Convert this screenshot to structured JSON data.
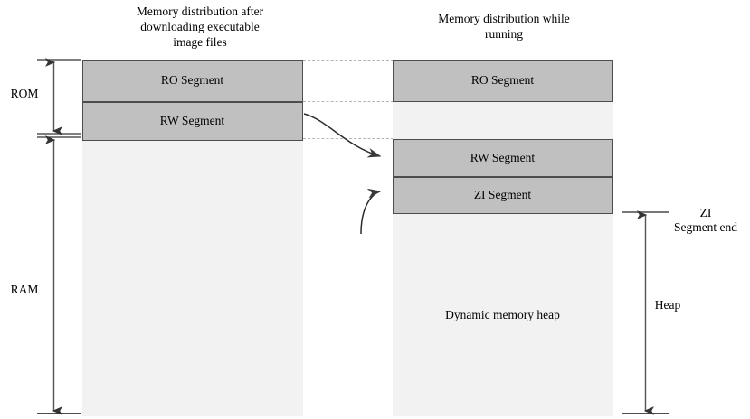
{
  "diagram": {
    "titles": {
      "left": "Memory distribution after\ndownloading executable\nimage files",
      "right": "Memory distribution while\nrunning"
    },
    "left_column": {
      "segments": [
        {
          "label": "RO Segment",
          "fill": "#c0c0c0"
        },
        {
          "label": "RW Segment",
          "fill": "#c0c0c0"
        },
        {
          "label": "",
          "fill": "#f2f2f2"
        }
      ]
    },
    "right_column": {
      "segments": [
        {
          "label": "RO Segment",
          "fill": "#c0c0c0"
        },
        {
          "label": "",
          "fill": "#f2f2f2"
        },
        {
          "label": "RW Segment",
          "fill": "#c0c0c0"
        },
        {
          "label": "ZI Segment",
          "fill": "#c0c0c0"
        },
        {
          "label": "Dynamic memory heap",
          "fill": "#f2f2f2"
        }
      ]
    },
    "measures": {
      "rom": "ROM",
      "ram": "RAM",
      "zi_segment_end": "ZI\nSegment end",
      "heap": "Heap"
    },
    "colors": {
      "segment_fill": "#c0c0c0",
      "free_fill": "#f2f2f2",
      "border": "#595959",
      "guide_line": "#b3b3b3",
      "arrow": "#333333",
      "background": "#ffffff"
    },
    "connectors": [
      {
        "name": "rw-relocation-arrow",
        "from": "left RW Segment",
        "to": "right RW Segment"
      },
      {
        "name": "zi-creation-arrow",
        "from": "below",
        "to": "right ZI Segment"
      }
    ]
  }
}
